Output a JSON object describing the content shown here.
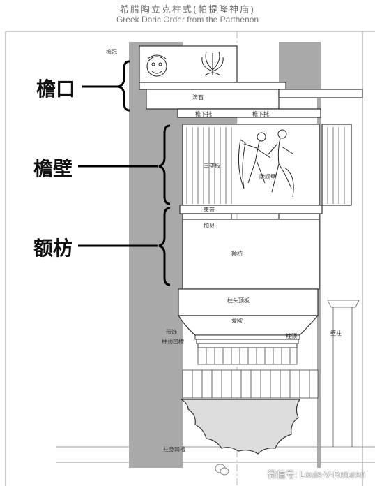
{
  "title": {
    "zh": "希腊陶立克柱式(帕提隆神庙)",
    "en": "Greek Doric Order from the Parthenon"
  },
  "callouts": [
    "檐口",
    "檐壁",
    "额枋"
  ],
  "labels": {
    "cornice_top": "檐冠",
    "corona": "滴石",
    "mutule_left": "檐下托",
    "mutule_right": "檐下托",
    "triglyph": "三垄板",
    "metope": "陇间壁",
    "taenia": "束带",
    "regula": "加贝",
    "architrave": "额枋",
    "abacus": "柱头顶板",
    "echinus": "爱欧",
    "annulet": "带饰",
    "necking": "柱颈凹槽",
    "hypotrachelion": "柱颈",
    "shaft_right": "壁柱",
    "shaft_flute": "柱身凹槽"
  },
  "watermark": "微信号: Louis-V-Returen",
  "colors": {
    "shadow": "#a8a8a8",
    "line": "#333333",
    "bracket": "#000000"
  }
}
